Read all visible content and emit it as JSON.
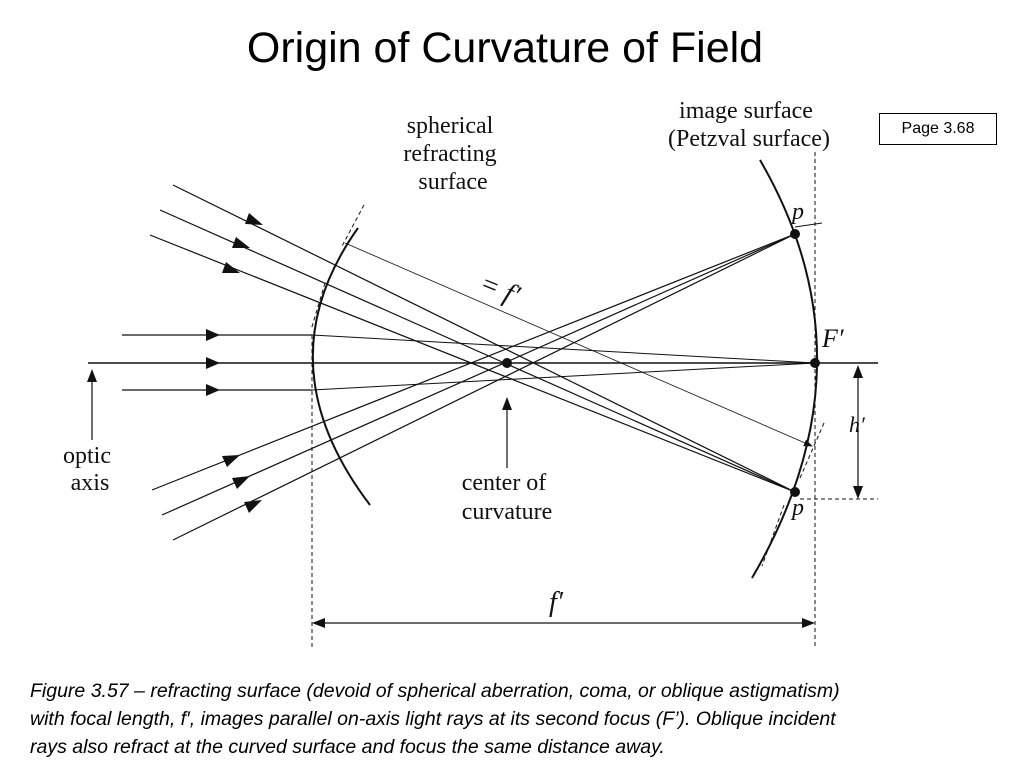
{
  "slide": {
    "title": "Origin of Curvature of Field",
    "page_label": "Page 3.68"
  },
  "diagram": {
    "labels": {
      "spherical_surface": [
        "spherical",
        "refracting",
        "surface"
      ],
      "image_surface": [
        "image surface",
        "(Petzval surface)"
      ],
      "point_p_top": "p",
      "point_p_bottom": "p",
      "focus": "F′",
      "equals_f": "= f′",
      "height": "h′",
      "optic_axis": [
        "optic",
        "axis"
      ],
      "center_of_curvature": [
        "center of",
        "curvature"
      ],
      "focal_length": "f′"
    }
  },
  "caption": {
    "lines": [
      "Figure 3.57 – refracting surface (devoid of spherical aberration, coma, or oblique astigmatism)",
      "with focal length, f′, images parallel on-axis light rays at its second focus (F’).  Oblique incident",
      "rays also refract at the curved surface and focus the same distance away."
    ]
  }
}
